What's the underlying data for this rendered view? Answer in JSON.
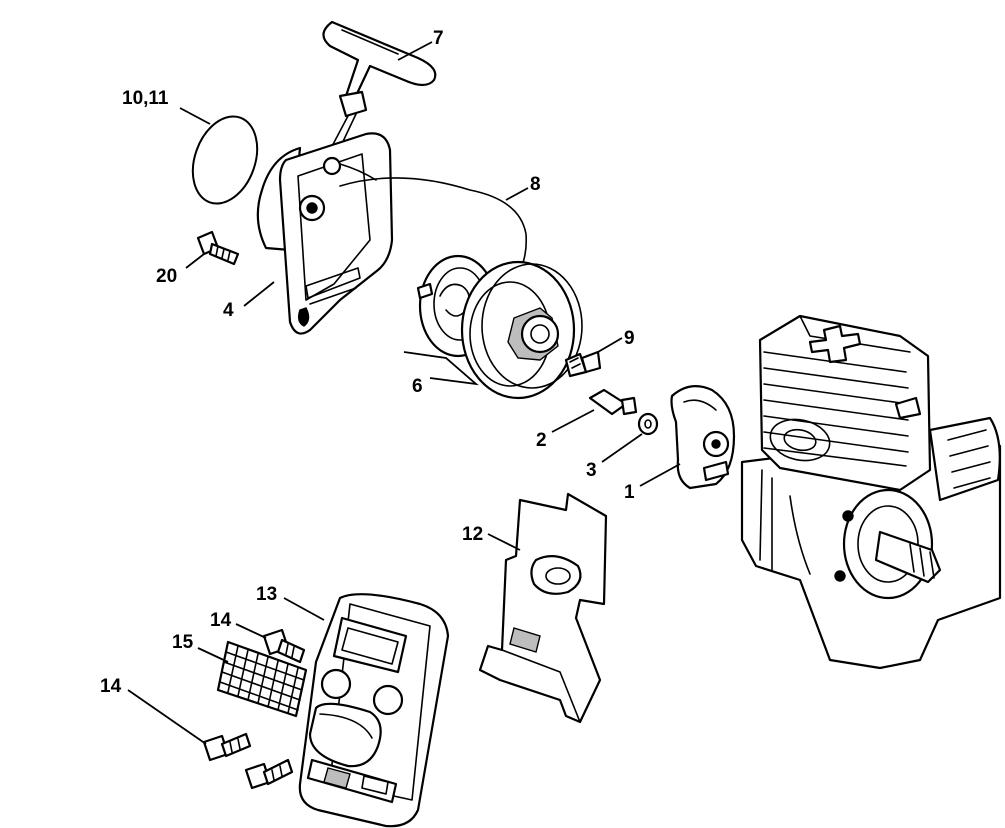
{
  "colors": {
    "line": "#000000",
    "background": "#ffffff",
    "shade": "#bdbdbd"
  },
  "callouts": [
    {
      "id": "7",
      "label": "7"
    },
    {
      "id": "10-11",
      "label": "10,11"
    },
    {
      "id": "8",
      "label": "8"
    },
    {
      "id": "20",
      "label": "20"
    },
    {
      "id": "4",
      "label": "4"
    },
    {
      "id": "9",
      "label": "9"
    },
    {
      "id": "6",
      "label": "6"
    },
    {
      "id": "2",
      "label": "2"
    },
    {
      "id": "3",
      "label": "3"
    },
    {
      "id": "1",
      "label": "1"
    },
    {
      "id": "12",
      "label": "12"
    },
    {
      "id": "13",
      "label": "13"
    },
    {
      "id": "14a",
      "label": "14"
    },
    {
      "id": "15",
      "label": "15"
    },
    {
      "id": "14b",
      "label": "14"
    }
  ]
}
